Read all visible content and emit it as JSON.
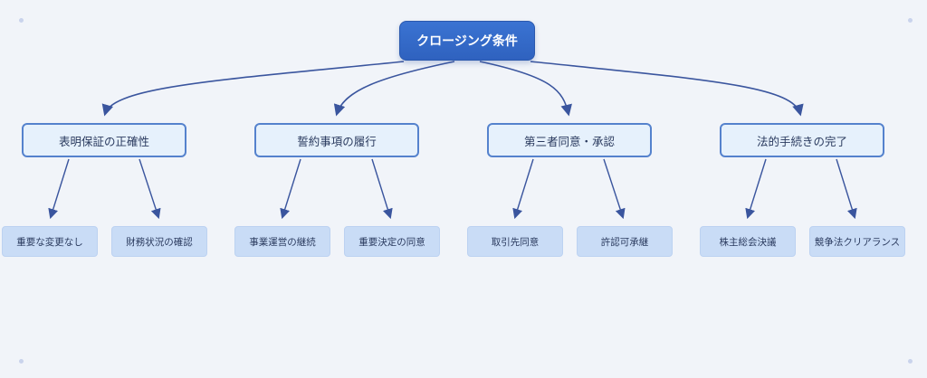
{
  "root": {
    "label": "クロージング条件"
  },
  "categories": [
    {
      "label": "表明保証の正確性"
    },
    {
      "label": "誓約事項の履行"
    },
    {
      "label": "第三者同意・承認"
    },
    {
      "label": "法的手続きの完了"
    }
  ],
  "leaves": [
    {
      "label": "重要な変更なし"
    },
    {
      "label": "財務状況の確認"
    },
    {
      "label": "事業運営の継続"
    },
    {
      "label": "重要決定の同意"
    },
    {
      "label": "取引先同意"
    },
    {
      "label": "許認可承継"
    },
    {
      "label": "株主総会決議"
    },
    {
      "label": "競争法クリアランス"
    }
  ],
  "colors": {
    "background": "#f1f4f9",
    "root_fill": "#3a73d2",
    "category_fill": "#e6f1fc",
    "category_border": "#5582cd",
    "leaf_fill": "#c9dcf6",
    "edge": "#3a559e"
  }
}
